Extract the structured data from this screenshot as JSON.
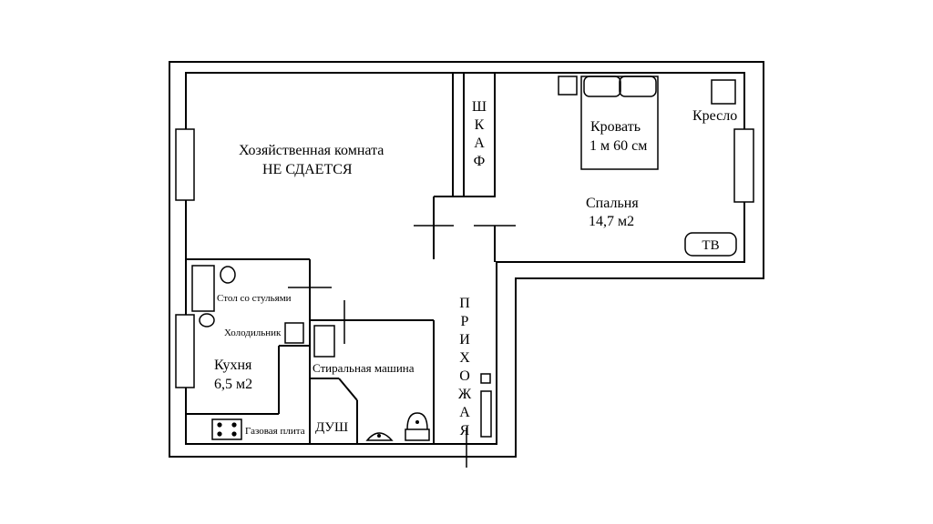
{
  "plan": {
    "utility_room": {
      "name": "Хозяйственная комната",
      "note": "НЕ СДАЕТСЯ"
    },
    "wardrobe": {
      "letters": [
        "Ш",
        "К",
        "А",
        "Ф"
      ]
    },
    "bedroom": {
      "name": "Спальня",
      "area": "14,7 м2",
      "bed_label": "Кровать",
      "bed_size": "1 м 60 см",
      "armchair_label": "Кресло",
      "tv_label": "ТВ"
    },
    "kitchen": {
      "name": "Кухня",
      "area": "6,5 м2",
      "table_label": "Стол со стульями",
      "fridge_label": "Холодильник",
      "stove_label": "Газовая плита"
    },
    "bathroom": {
      "washer_label": "Стиральная машина",
      "shower_label": "ДУШ"
    },
    "hallway": {
      "letters": [
        "П",
        "Р",
        "И",
        "Х",
        "О",
        "Ж",
        "А",
        "Я"
      ]
    }
  }
}
